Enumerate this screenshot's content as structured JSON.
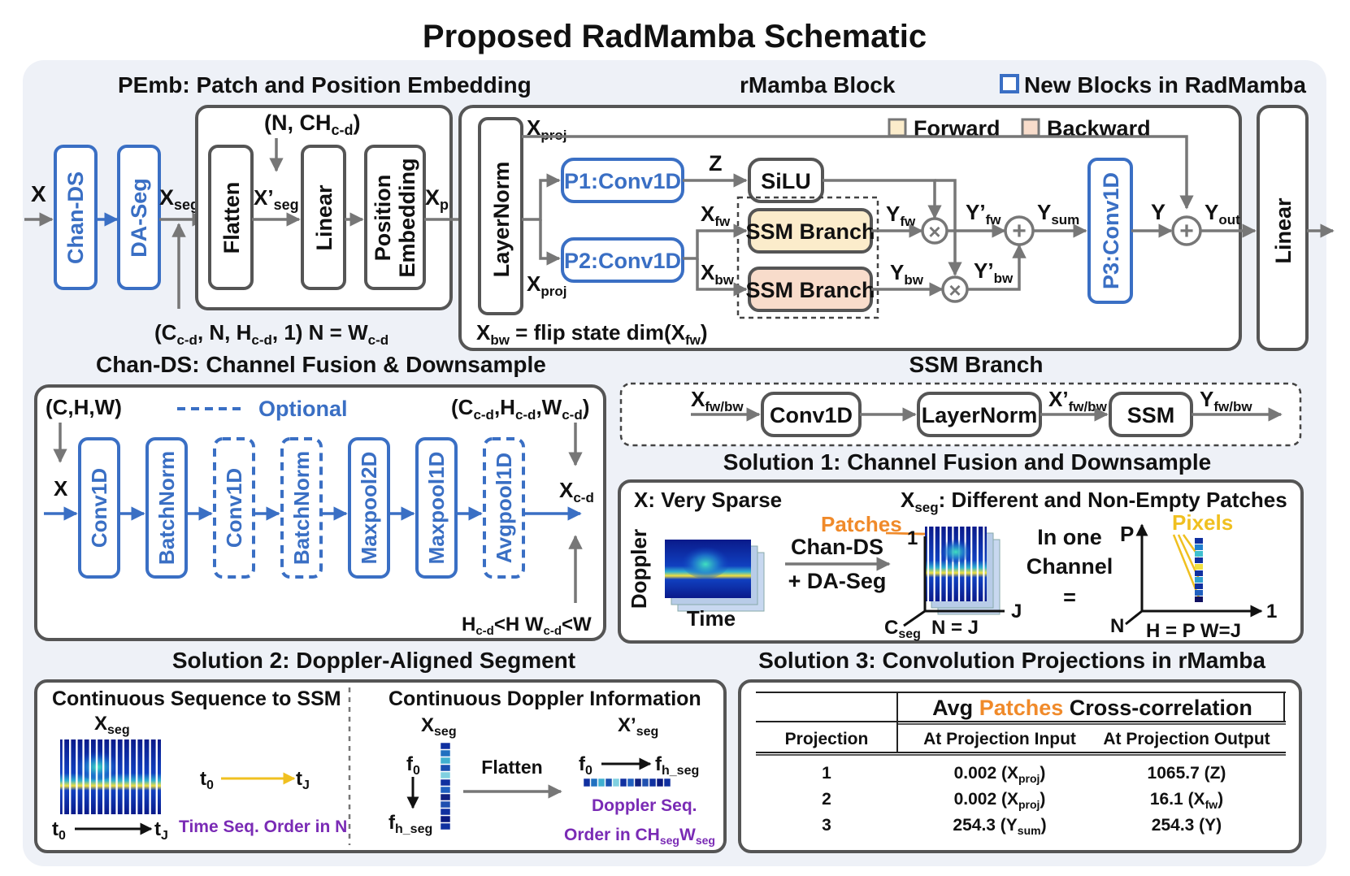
{
  "title": "Proposed RadMamba Schematic",
  "legend": {
    "new_blocks": "New Blocks in RadMamba",
    "forward": "Forward",
    "backward": "Backward"
  },
  "pemb": {
    "title": "PEmb: Patch and Position Embedding",
    "input": "X",
    "chan_ds": "Chan-DS",
    "da_seg": "DA-Seg",
    "x_seg": "X",
    "x_seg_sub": "seg",
    "flatten": "Flatten",
    "linear": "Linear",
    "pos_emb_1": "Position",
    "pos_emb_2": "Embedding",
    "n_ch": "(N, CH",
    "n_ch_sub": "c-d",
    "n_ch_end": ")",
    "x_prime_seg": "X’",
    "x_prime_seg_sub": "seg",
    "x_p": "X",
    "x_p_sub": "p",
    "shape_note": "(C",
    "shape_note_sub1": "c-d",
    "shape_note_mid1": ", N, H",
    "shape_note_sub2": "c-d",
    "shape_note_mid2": ", 1) N = W",
    "shape_note_sub3": "c-d"
  },
  "rmamba": {
    "title": "rMamba Block",
    "layernorm": "LayerNorm",
    "x_proj": "X",
    "x_proj_sub": "proj",
    "p1": "P1:Conv1D",
    "p2": "P2:Conv1D",
    "p3": "P3:Conv1D",
    "z": "Z",
    "silu": "SiLU",
    "ssm_branch": "SSM Branch",
    "x_fw": "X",
    "x_fw_sub": "fw",
    "x_bw": "X",
    "x_bw_sub": "bw",
    "y_fw": "Y",
    "y_fw_sub": "fw",
    "y_bw": "Y",
    "y_bw_sub": "bw",
    "y_prime_fw": "Y’",
    "y_prime_fw_sub": "fw",
    "y_prime_bw": "Y’",
    "y_prime_bw_sub": "bw",
    "y_sum": "Y",
    "y_sum_sub": "sum",
    "y": "Y",
    "y_out": "Y",
    "y_out_sub": "out",
    "flip_note_a": "X",
    "flip_note_a_sub": "bw",
    "flip_note_b": " = flip state dim(X",
    "flip_note_b_sub": "fw",
    "flip_note_c": ")",
    "linear": "Linear",
    "times": "×",
    "plus": "+"
  },
  "chan_ds": {
    "title": "Chan-DS: Channel Fusion & Downsample",
    "optional": "Optional",
    "input_shape": "(C,H,W)",
    "input": "X",
    "output_shape": "(C",
    "output_shape_sub1": "c-d",
    "output_shape_mid": ",H",
    "output_shape_sub2": "c-d",
    "output_shape_mid2": ",W",
    "output_shape_sub3": "c-d",
    "output_shape_end": ")",
    "output": "X",
    "output_sub": "c-d",
    "blocks": [
      "Conv1D",
      "BatchNorm",
      "Conv1D",
      "BatchNorm",
      "Maxpool2D",
      "Maxpool1D",
      "Avgpool1D"
    ],
    "cond_h": "H",
    "cond_h_sub": "c-d",
    "cond_mid": "<H  W",
    "cond_w_sub": "c-d",
    "cond_end": "<W"
  },
  "ssm_branch": {
    "title": "SSM Branch",
    "in": "X",
    "in_sub": "fw/bw",
    "conv": "Conv1D",
    "ln": "LayerNorm",
    "mid": "X’",
    "mid_sub": "fw/bw",
    "ssm": "SSM",
    "out": "Y",
    "out_sub": "fw/bw"
  },
  "solution1": {
    "title": "Solution 1: Channel Fusion and Downsample",
    "very_sparse": "X: Very Sparse",
    "doppler": "Doppler",
    "time": "Time",
    "op1": "Chan-DS",
    "op2": "+ DA-Seg",
    "xseg_desc_a": "X",
    "xseg_desc_sub": "seg",
    "xseg_desc_b": ": Different and Non-Empty Patches",
    "patches": "Patches",
    "one": "1",
    "cseg": "C",
    "cseg_sub": "seg",
    "n_eq_j": "N = J",
    "j": "J",
    "in_one": "In one",
    "channel": "Channel",
    "equals": "=",
    "p": "P",
    "pixels": "Pixels",
    "n": "N",
    "h_eq": "H = P  W=J",
    "one_b": "1"
  },
  "solution2": {
    "title": "Solution 2: Doppler-Aligned Segment",
    "left_title": "Continuous Sequence to SSM",
    "right_title": "Continuous Doppler  Information",
    "xseg": "X",
    "xseg_sub": "seg",
    "xpseg": "X’",
    "xpseg_sub": "seg",
    "t0": "t",
    "t0_sub": "0",
    "tj": "t",
    "tj_sub": "J",
    "time_order": "Time Seq. Order in N",
    "f0": "f",
    "f0_sub": "0",
    "fh": "f",
    "fh_sub": "h_seg",
    "flatten": "Flatten",
    "doppler_seq": "Doppler Seq.",
    "order_a": "Order in CH",
    "order_sub1": "seg",
    "order_b": "W",
    "order_sub2": "seg"
  },
  "solution3": {
    "title": "Solution 3: Convolution Projections in rMamba",
    "header_a": "Avg ",
    "header_patches": "Patches",
    "header_b": " Cross-correlation",
    "col_proj": "Projection",
    "col_in": "At Projection Input",
    "col_out": "At Projection Output",
    "rows": [
      {
        "p": "1",
        "in": "0.002 (X",
        "in_sub": "proj",
        "out": "1065.7 (Z)",
        "out_sub": ""
      },
      {
        "p": "2",
        "in": "0.002 (X",
        "in_sub": "proj",
        "out": "16.1 (X",
        "out_sub": "fw"
      },
      {
        "p": "3",
        "in": "254.3 (Y",
        "in_sub": "sum",
        "out": "254.3 (Y)",
        "out_sub": ""
      }
    ]
  },
  "colors": {
    "blue": "#3a6fc4",
    "forward_fill": "#fbeccb",
    "backward_fill": "#f8dccb",
    "panel_bg": "#eef1f7"
  }
}
